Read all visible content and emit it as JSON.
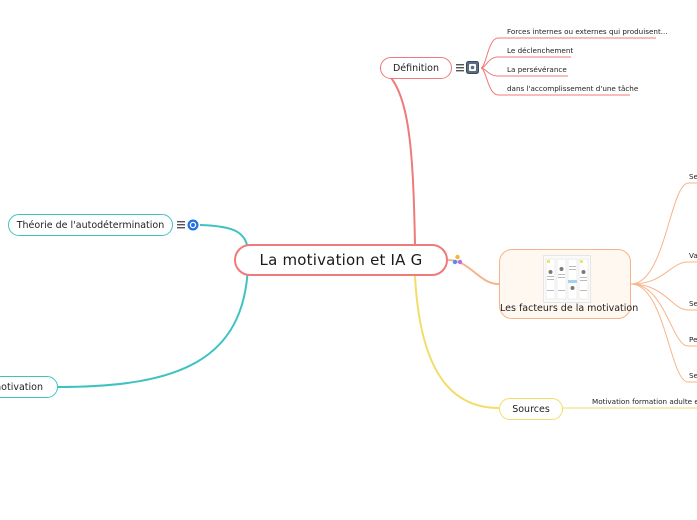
{
  "root": {
    "title": "La motivation et IA G"
  },
  "branches": {
    "definition": {
      "label": "Définition",
      "items": [
        "Forces internes ou externes qui produisent...",
        "Le déclenchement",
        "La persévérance",
        "dans l'accomplissement d'une tâche"
      ]
    },
    "theorie": {
      "label": "Théorie de l'autodétermination"
    },
    "motivation": {
      "label": "motivation"
    },
    "facteurs": {
      "label": "Les facteurs de la motivation",
      "items": [
        "Se",
        "Va",
        "Se",
        "Pe",
        "Se"
      ]
    },
    "sources": {
      "label": "Sources",
      "items": [
        "Motivation formation adulte ed"
      ]
    }
  },
  "colors": {
    "red": "#ee7b7b",
    "teal": "#3fc2c2",
    "orange": "#f7b48a",
    "yellow": "#f2dc6a"
  },
  "icons": [
    "notes-icon",
    "image-icon",
    "link-icon",
    "floating-topic-icon"
  ]
}
